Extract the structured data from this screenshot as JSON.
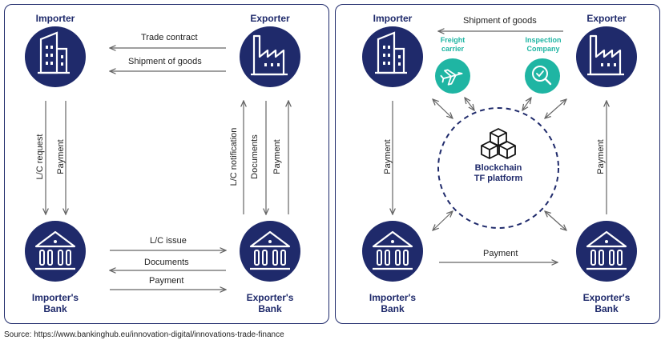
{
  "left": {
    "importer": "Importer",
    "exporter": "Exporter",
    "importer_bank": [
      "Importer's",
      "Bank"
    ],
    "exporter_bank": [
      "Exporter's",
      "Bank"
    ],
    "edges": {
      "trade_contract": "Trade contract",
      "shipment": "Shipment of goods",
      "lc_request": "L/C request",
      "payment_imp": "Payment",
      "lc_notification": "L/C notification",
      "documents_vert": "Documents",
      "payment_exp": "Payment",
      "lc_issue": "L/C issue",
      "documents": "Documents",
      "payment_banks": "Payment"
    }
  },
  "right": {
    "importer": "Importer",
    "exporter": "Exporter",
    "importer_bank": [
      "Importer's",
      "Bank"
    ],
    "exporter_bank": [
      "Exporter's",
      "Bank"
    ],
    "shipment": "Shipment of goods",
    "freight": [
      "Freight",
      "carrier"
    ],
    "inspection": [
      "Inspection",
      "Company"
    ],
    "platform": [
      "Blockchain",
      "TF platform"
    ],
    "payment_imp": "Payment",
    "payment_exp": "Payment",
    "payment_banks": "Payment"
  },
  "colors": {
    "navy": "#1f2a6b",
    "teal": "#1fb5a3",
    "arrow": "#666666"
  },
  "source": "Source: https://www.bankinghub.eu/innovation-digital/innovations-trade-finance"
}
